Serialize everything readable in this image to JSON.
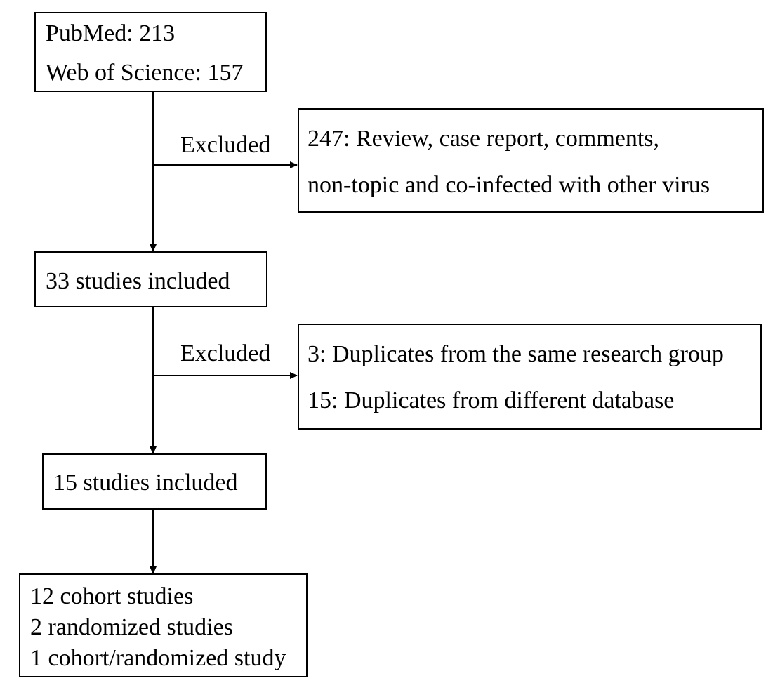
{
  "sources_box": {
    "lines": [
      "PubMed: 213",
      "Web of Science: 157"
    ]
  },
  "exclusion_1": {
    "label": "Excluded",
    "lines": [
      "247: Review, case report, comments,",
      "non-topic and co-infected with other virus"
    ]
  },
  "step_2_box": {
    "lines": [
      "33 studies included"
    ]
  },
  "exclusion_2": {
    "label": "Excluded",
    "lines": [
      "3: Duplicates from the same research group",
      "15: Duplicates from different database"
    ]
  },
  "step_3_box": {
    "lines": [
      "15 studies included"
    ]
  },
  "final_box": {
    "lines": [
      "12 cohort studies",
      "2 randomized studies",
      "1 cohort/randomized study"
    ]
  }
}
